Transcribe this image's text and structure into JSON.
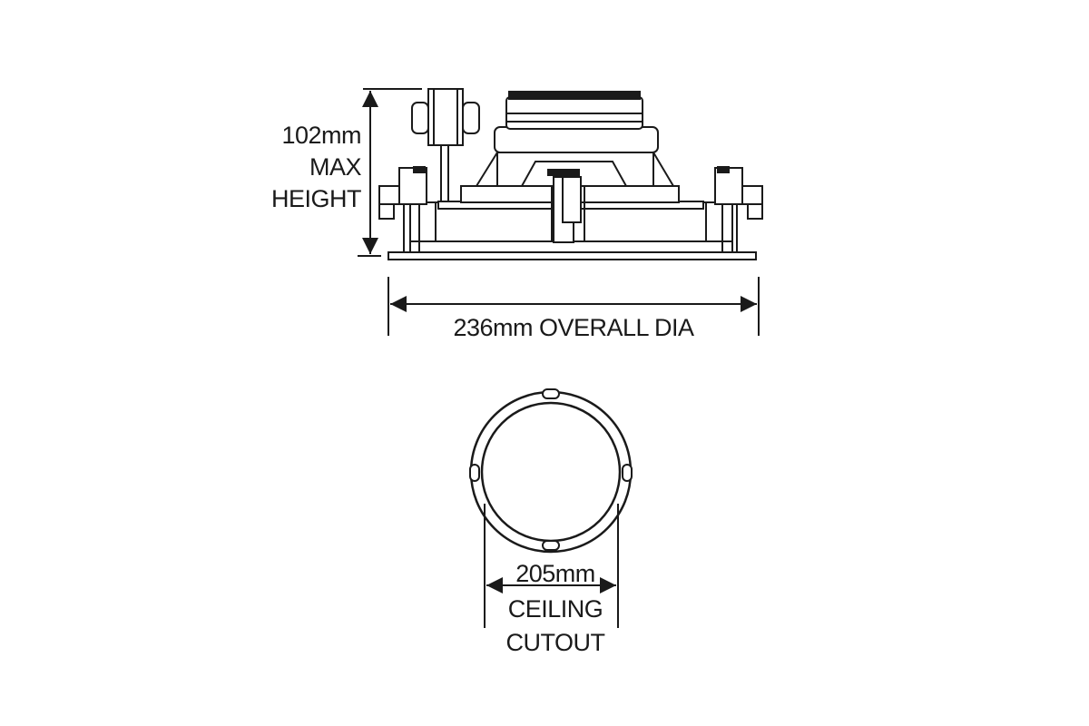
{
  "side_view": {
    "height_label": [
      "102mm",
      "MAX",
      "HEIGHT"
    ],
    "diameter_label": "236mm OVERALL DIA"
  },
  "top_view": {
    "cutout_label": [
      "205mm",
      "CEILING",
      "CUTOUT"
    ]
  },
  "colors": {
    "line": "#1a1a1a",
    "background": "#ffffff"
  }
}
